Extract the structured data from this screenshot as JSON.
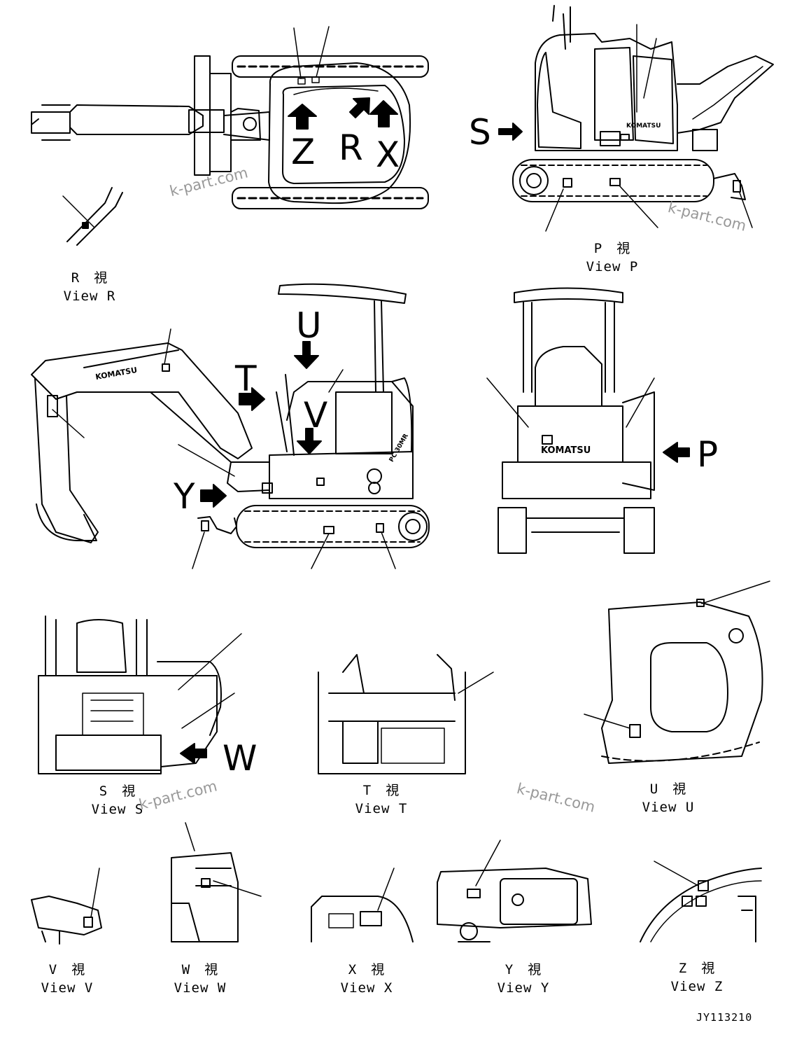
{
  "views": {
    "r": {
      "jp": "R　視",
      "en": "View R"
    },
    "p": {
      "jp": "P　視",
      "en": "View P"
    },
    "s": {
      "jp": "S　視",
      "en": "View S"
    },
    "t": {
      "jp": "T　視",
      "en": "View T"
    },
    "u": {
      "jp": "U　視",
      "en": "View U"
    },
    "v": {
      "jp": "V　視",
      "en": "View V"
    },
    "w": {
      "jp": "W　視",
      "en": "View W"
    },
    "x": {
      "jp": "X　視",
      "en": "View X"
    },
    "y": {
      "jp": "Y　視",
      "en": "View Y"
    },
    "z": {
      "jp": "Z　視",
      "en": "View Z"
    }
  },
  "markers": {
    "z": "Z",
    "r": "R",
    "x": "X",
    "s": "S",
    "u": "U",
    "t": "T",
    "v": "V",
    "y": "Y",
    "p": "P",
    "w": "W"
  },
  "brand": "KOMATSU",
  "model": "PC 30MR",
  "drawing_code": "JY113210",
  "watermark": "k-part.com"
}
